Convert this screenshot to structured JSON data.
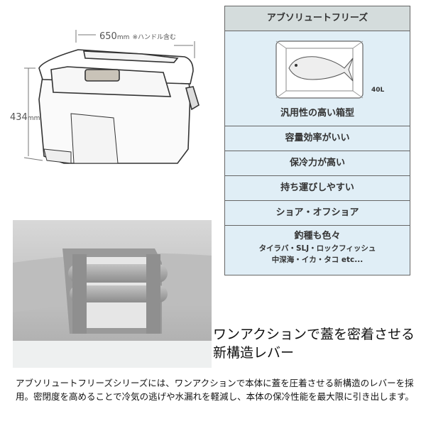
{
  "dimensions": {
    "width_value": "650",
    "width_unit": "mm",
    "width_note": "※ハンドル含む",
    "height_value": "434",
    "height_unit": "mm"
  },
  "panel": {
    "title": "アブソリュートフリーズ",
    "capacity": "40L",
    "features": [
      "汎用性の高い箱型",
      "容量効率がいい",
      "保冷力が高い",
      "持ち運びしやすい",
      "ショア・オフショア"
    ],
    "last_feature": "釣種も色々",
    "last_sub_1": "タイラバ・SLJ・ロックフィッシュ",
    "last_sub_2": "中深海・イカ・タコ etc..."
  },
  "headline": "ワンアクションで蓋を密着させる新構造レバー",
  "body": "アブソリュートフリーズシリーズには、ワンアクションで本体に蓋を圧着させる新構造のレバーを採用。密閉度を高めることで冷気の逃げや水漏れを軽減し、本体の保冷性能を最大限に引き出します。"
}
